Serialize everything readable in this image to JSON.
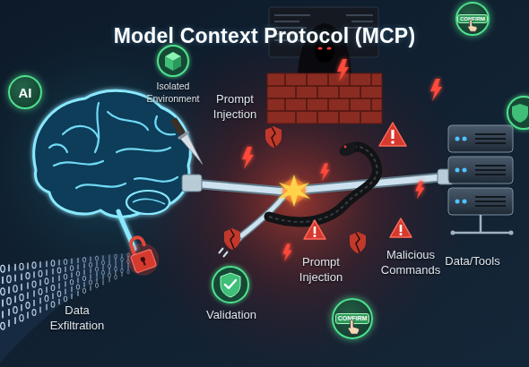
{
  "diagram": {
    "title": "Model Context Protocol (MCP)",
    "nodes": [
      {
        "text": [
          "CONFIRM"
        ]
      },
      {
        "text": [
          "AI"
        ]
      },
      {
        "text": [
          "CONFIRM"
        ]
      }
    ],
    "labels": [
      "Isolated Environment",
      "Prompt Injection",
      "Malicious Commands",
      "Prompt Injection",
      "Data/Tools",
      "Data Exfiltration",
      "Validation"
    ]
  }
}
